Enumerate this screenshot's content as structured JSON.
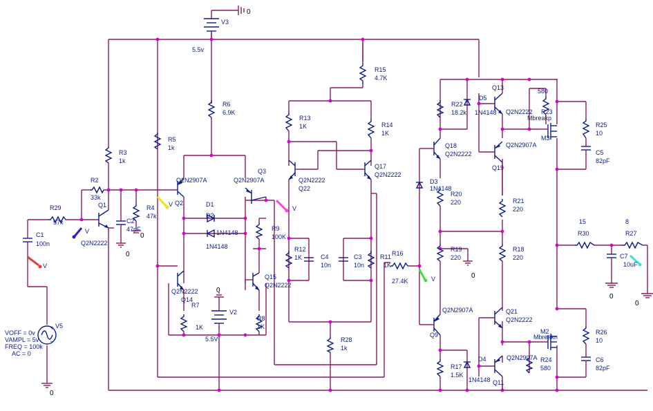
{
  "labels": {
    "v3_name": "V3",
    "v3_value": "5.5v",
    "gnd0_top": "0",
    "r15": "R15",
    "r15_v": "4.7K",
    "r6": "R6",
    "r6_v": "6.9K",
    "r3": "R3",
    "r3_v": "1k",
    "r5": "R5",
    "r5_v": "1k",
    "r2": "R2",
    "r2_v": "33k",
    "r29": "R29",
    "r29_v": "57k",
    "c1": "C1",
    "c1_v": "100n",
    "q1": "Q1",
    "q1_v": "Q2N2222",
    "c2": "C2",
    "c2_v": "47pF",
    "r4": "R4",
    "r4_v": "47k",
    "gnd_c2": "0",
    "gnd_r4": "0",
    "q2": "Q2",
    "q2_v": "Q2N2907A",
    "q3": "Q3",
    "q3_v": "Q2N2907A",
    "d1": "D1",
    "d2": "D2",
    "d_v1": "1N4148",
    "d_v2": "1N4148",
    "r9": "R9",
    "r9_v": "100K",
    "q14": "Q14",
    "q14_v": "Q2N2222",
    "r7": "R7",
    "r7_v": "1K",
    "v2": "V2",
    "v2_v": "5.5V",
    "gnd_v2": "0",
    "q15": "Q15",
    "q15_v": "Q2N2222",
    "r8": "R8",
    "r8_v": "1K",
    "r13": "R13",
    "r13_v": "1K",
    "r14": "R14",
    "r14_v": "1K",
    "q22": "Q22",
    "q22_v": "Q2N2222",
    "q17": "Q17",
    "q17_v": "Q2N2222",
    "r12": "R12",
    "r12_v": "1K",
    "c4": "C4",
    "c4_v": "10n",
    "c3": "C3",
    "c3_v": "10n",
    "r11": "R11",
    "r11_v": "1K",
    "r28": "R28",
    "r28_v": "1k",
    "r16": "R16",
    "r16_v": "27.4K",
    "v5": "V5",
    "v5_p1": "VOFF = 0v",
    "v5_p2": "VAMPL = 5v",
    "v5_p3": "FREQ = 100k",
    "v5_p4": "AC = 0",
    "gnd_v5": "0",
    "r22": "R22",
    "r22_v": "18.2k",
    "d5": "D5",
    "d5_v": "1N4148",
    "q13": "Q13",
    "q13_v": "Q2N2222",
    "r23_n": "580",
    "r23": "R23",
    "m3_v": "Mbreakp",
    "m3": "M3",
    "q18": "Q18",
    "q18_v": "Q2N2222",
    "q19": "Q19",
    "q19_v": "Q2N2907A",
    "r25": "R25",
    "r25_v": "10",
    "c5": "C5",
    "c5_v": "82pF",
    "d3": "D3",
    "d3_v": "1N4148",
    "r20": "R20",
    "r20_v": "220",
    "r21": "R21",
    "r21_v": "220",
    "r19": "R19",
    "r19_v": "220",
    "gnd_r19": "0",
    "r18": "R18",
    "r18_v": "220",
    "r30_n": "15",
    "r30": "R30",
    "r27_n": "8",
    "r27": "R27",
    "c7": "C7",
    "c7_v": "10uF",
    "gnd_c7": "0",
    "gnd_r27": "0",
    "q9": "Q9",
    "q9_v": "Q2N2907A",
    "q21": "Q21",
    "q21_v": "Q2N2222",
    "r26": "R26",
    "r26_v": "10",
    "c6": "C6",
    "c6_v": "82pF",
    "r17": "R17",
    "r17_v": "1.5K",
    "d4": "D4",
    "d4_v": "1N4148",
    "m2": "M2",
    "m2_v": "Mbreakn",
    "q11": "Q11",
    "q11_v": "Q2N2907A",
    "r24": "R24",
    "r24_v": "580",
    "probe": "V"
  },
  "colors": {
    "wire": "#8b1a5c",
    "component": "#0a1a8c",
    "junction": "#d400d4",
    "probe_red": "#e03c3c",
    "probe_blue": "#2a1fc8",
    "probe_yellow": "#f0e020",
    "probe_magenta": "#ff44dd",
    "probe_green": "#44dd44",
    "probe_cyan": "#44dddd"
  }
}
